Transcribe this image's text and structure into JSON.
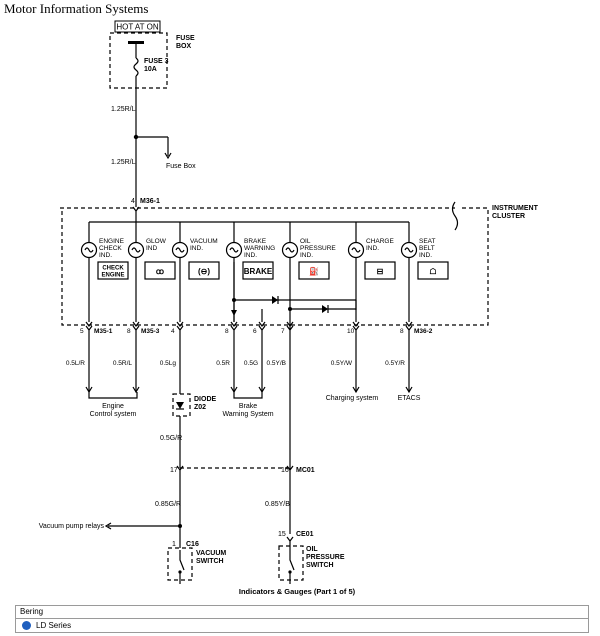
{
  "page_title": "Motor Information Systems",
  "power": {
    "hot_label": "HOT AT ON",
    "fuse_box_label": [
      "FUSE",
      "BOX"
    ],
    "fuse_label": [
      "FUSE 3",
      "10A"
    ]
  },
  "wires": {
    "w_fuse_out": "1.25R/L",
    "w_to_fusebox": "1.25R/L",
    "to_fusebox_label": "Fuse Box",
    "conn_m36_1": "M36-1",
    "conn_m36_1_pin": "4",
    "cluster_label": [
      "INSTRUMENT",
      "CLUSTER"
    ]
  },
  "indicators": [
    {
      "label": [
        "ENGINE",
        "CHECK",
        "IND."
      ],
      "panel": [
        "CHECK",
        "ENGINE"
      ]
    },
    {
      "label": [
        "GLOW",
        "IND"
      ],
      "panel": [
        "ꝏ"
      ]
    },
    {
      "label": [
        "VACUUM",
        "IND."
      ],
      "panel": [
        "(⊖)"
      ]
    },
    {
      "label": [
        "BRAKE",
        "WARNING",
        "IND."
      ],
      "panel": [
        "BRAKE"
      ]
    },
    {
      "label": [
        "OIL",
        "PRESSURE",
        "IND."
      ],
      "panel": [
        "⛽"
      ]
    },
    {
      "label": [
        "CHARGE",
        "IND."
      ],
      "panel": [
        "⊟"
      ]
    },
    {
      "label": [
        "SEAT",
        "BELT",
        "IND."
      ],
      "panel": [
        "☖"
      ]
    }
  ],
  "bottom_pins": [
    {
      "pin": "5",
      "conn": "M35-1",
      "wire": "0.5L/R"
    },
    {
      "pin": "8",
      "conn": "M35-3",
      "wire": "0.5R/L"
    },
    {
      "pin": "4",
      "conn": "",
      "wire": "0.5Lg"
    },
    {
      "pin": "8",
      "conn": "",
      "wire": "0.5R"
    },
    {
      "pin": "6",
      "conn": "",
      "wire": "0.5G"
    },
    {
      "pin": "7",
      "conn": "",
      "wire": "0.5Y/B"
    },
    {
      "pin": "10",
      "conn": "",
      "wire": "0.5Y/W"
    },
    {
      "pin": "8",
      "conn": "M36-2",
      "wire": "0.5Y/R"
    }
  ],
  "destinations": {
    "engine_control": [
      "Engine",
      "Control system"
    ],
    "brake_warning": [
      "Brake",
      "Warning System"
    ],
    "charging": "Charging system",
    "etacs": "ETACS"
  },
  "diode": [
    "DIODE",
    "Z02"
  ],
  "lower": {
    "w_diode_out": "0.5G/R",
    "pin17": "17",
    "pin16": "16",
    "conn_mc01": "MC01",
    "w_085gr": "0.85G/R",
    "w_085yb": "0.85Y/B",
    "vacuum_relays": "Vacuum pump relays",
    "c16_pin": "1",
    "c16": "C16",
    "ce01_pin": "15",
    "ce01": "CE01",
    "vacuum_switch": [
      "VACUUM",
      "SWITCH"
    ],
    "oil_switch": [
      "OIL",
      "PRESSURE",
      "SWITCH"
    ]
  },
  "caption": "Indicators & Gauges (Part 1 of 5)",
  "footer": {
    "brand": "Bering",
    "series": "LD Series"
  }
}
